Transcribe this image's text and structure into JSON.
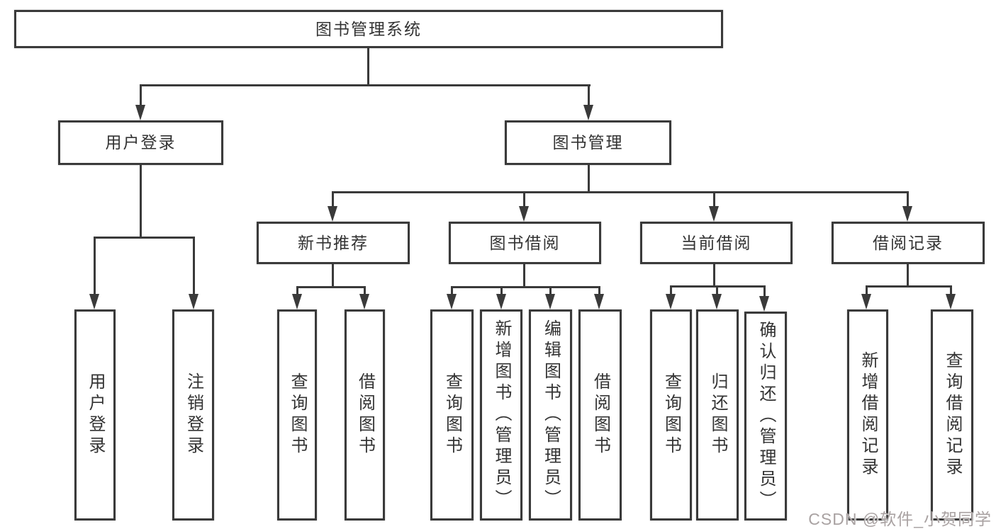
{
  "tree": {
    "root": {
      "label": "图书管理系统",
      "children": [
        {
          "label": "用户登录",
          "children": [
            {
              "label": "用户登录"
            },
            {
              "label": "注销登录"
            }
          ]
        },
        {
          "label": "图书管理",
          "children": [
            {
              "label": "新书推荐",
              "children": [
                {
                  "label": "查询图书"
                },
                {
                  "label": "借阅图书"
                }
              ]
            },
            {
              "label": "图书借阅",
              "children": [
                {
                  "label": "查询图书"
                },
                {
                  "label": "新增图书（管理员）"
                },
                {
                  "label": "编辑图书（管理员）"
                },
                {
                  "label": "借阅图书"
                }
              ]
            },
            {
              "label": "当前借阅",
              "children": [
                {
                  "label": "查询图书"
                },
                {
                  "label": "归还图书"
                },
                {
                  "label": "确认归还（管理员）"
                }
              ]
            },
            {
              "label": "借阅记录",
              "children": [
                {
                  "label": "新增借阅记录"
                },
                {
                  "label": "查询借阅记录"
                }
              ]
            }
          ]
        }
      ]
    }
  },
  "watermark": {
    "text": "CSDN @软件_小贺同学"
  },
  "colors": {
    "line": "#3a3a3a",
    "text": "#333333",
    "box_bg": "#ffffff",
    "bg": "#ffffff",
    "watermark": "#a9a2a2"
  }
}
